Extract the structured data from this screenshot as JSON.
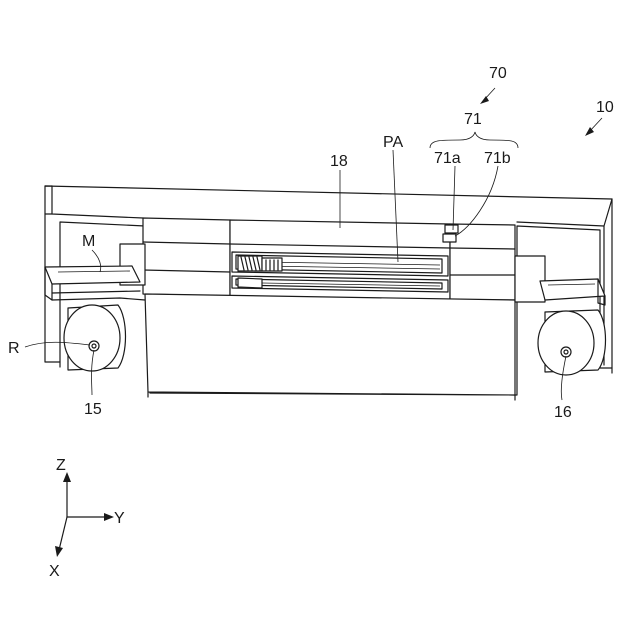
{
  "labels": {
    "ref_70": "70",
    "ref_71": "71",
    "ref_71a": "71a",
    "ref_71b": "71b",
    "ref_10": "10",
    "ref_18": "18",
    "ref_PA": "PA",
    "ref_M": "M",
    "ref_R": "R",
    "ref_15": "15",
    "ref_16": "16"
  },
  "axes": {
    "z": "Z",
    "y": "Y",
    "x": "X"
  }
}
